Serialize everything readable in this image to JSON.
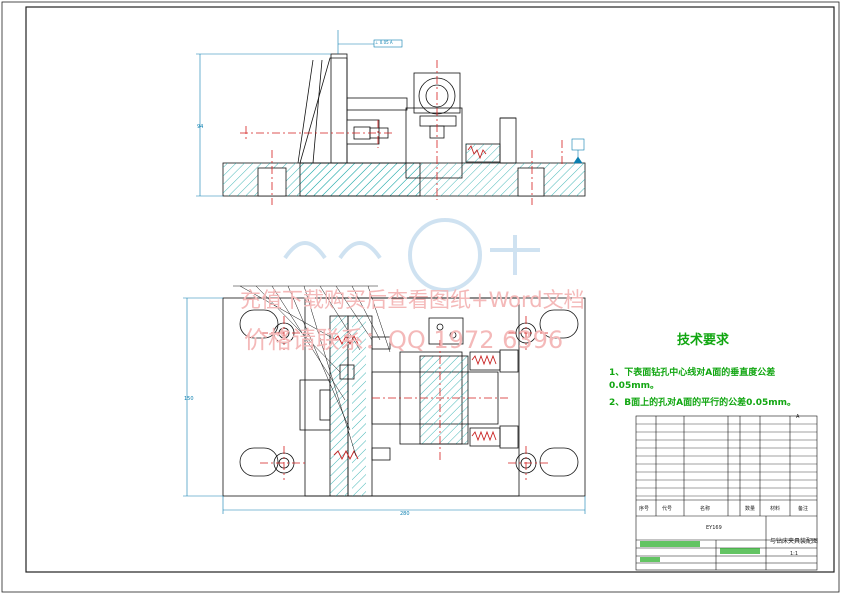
{
  "watermark": {
    "line1": "充值下载购买后查看图纸+Word文档",
    "line2": "价格请联系：QQ 1972 6396"
  },
  "tech_requirements": {
    "title": "技术要求",
    "item1_a": "1、下表面钻孔中心线对A面的垂直度公差",
    "item1_b": "0.05mm。",
    "item2": "2、B面上的孔对A面的平行的公差0.05mm。"
  },
  "title_block": {
    "drawing_name": "与钻床夹具装配图",
    "scale": "1:1",
    "col_seq": "序号",
    "col_code": "代号",
    "col_name": "名称",
    "col_qty": "数量",
    "col_material": "材料",
    "col_remark": "备注",
    "mid_label": "EY169"
  },
  "datum_label": "A",
  "tolerance_note": "⊥ 0.05 A",
  "colors": {
    "outline": "#111111",
    "hatch": "#1aa7a7",
    "center": "#d41f1f",
    "accent": "#0a7fb0",
    "text_green": "#11a611",
    "part": "#c82020"
  }
}
